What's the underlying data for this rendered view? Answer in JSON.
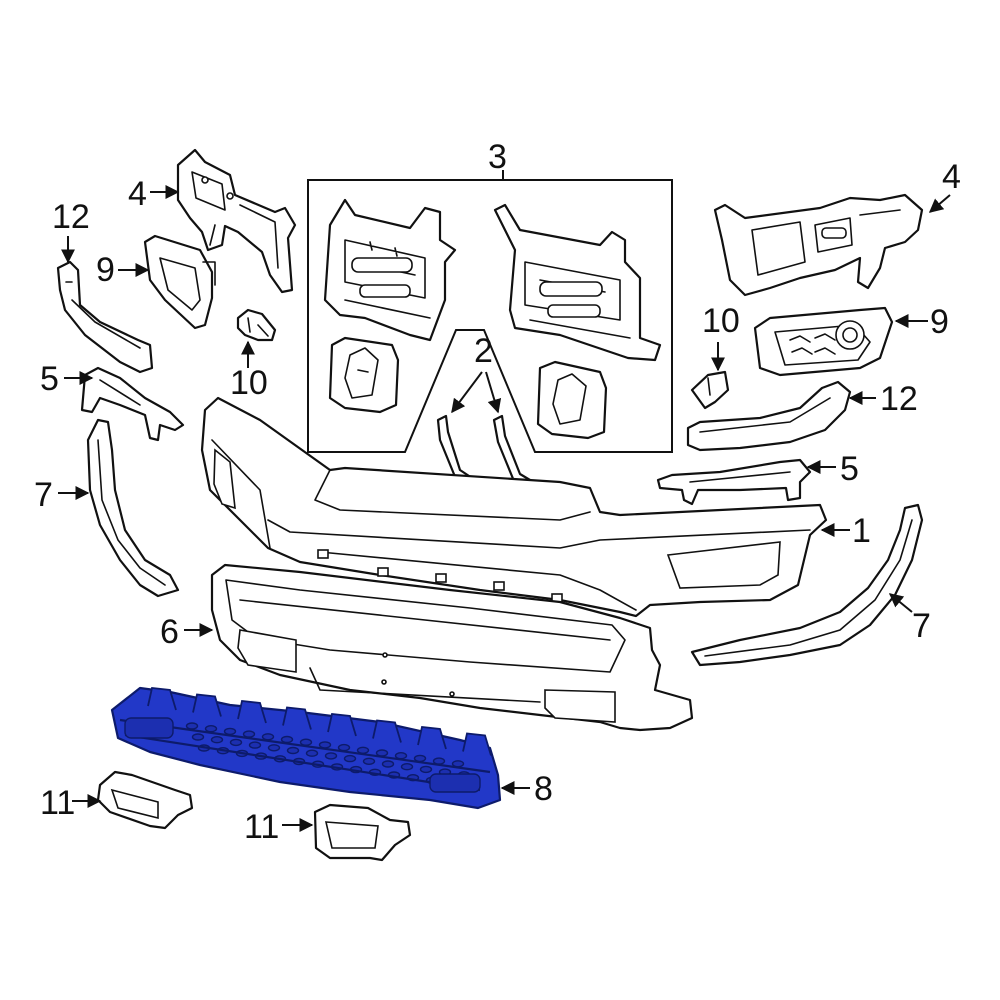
{
  "callouts": {
    "c1": "1",
    "c2": "2",
    "c3": "3",
    "c4_left": "4",
    "c4_right": "4",
    "c5_left": "5",
    "c5_right": "5",
    "c6": "6",
    "c7_left": "7",
    "c7_right": "7",
    "c8": "8",
    "c9_left": "9",
    "c9_right": "9",
    "c10_left": "10",
    "c10_right": "10",
    "c11_left": "11",
    "c11_right": "11",
    "c12_left": "12",
    "c12_right": "12"
  },
  "colors": {
    "line": "#111111",
    "highlight_fill": "#2238c8",
    "highlight_stroke": "#0d1b6b",
    "background": "#ffffff"
  },
  "highlighted_part": "8"
}
